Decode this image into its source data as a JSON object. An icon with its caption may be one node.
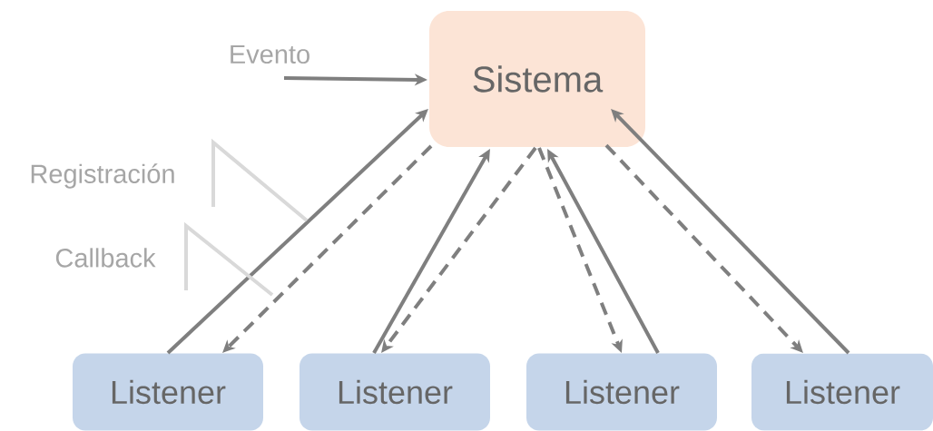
{
  "diagram": {
    "nodes": [
      {
        "text": [
          "Sistema"
        ]
      },
      {
        "text": [
          "Listener"
        ]
      },
      {
        "text": [
          "Listener"
        ]
      },
      {
        "text": [
          "Listener"
        ]
      },
      {
        "text": [
          "Listener"
        ]
      },
      {
        "text": [
          "Evento"
        ]
      },
      {
        "text": [
          "Registración"
        ]
      },
      {
        "text": [
          "Callback"
        ]
      }
    ],
    "edges": [
      {
        "from": 5,
        "to": 0,
        "arrow": "to"
      },
      {
        "from": 1,
        "to": 0,
        "arrow": "to"
      },
      {
        "from": 0,
        "to": 1,
        "arrow": "to",
        "style": "dashed"
      },
      {
        "from": 2,
        "to": 0,
        "arrow": "to"
      },
      {
        "from": 0,
        "to": 2,
        "arrow": "to",
        "style": "dashed"
      },
      {
        "from": 0,
        "to": 3,
        "arrow": "to",
        "style": "dashed"
      },
      {
        "from": 3,
        "to": 0,
        "arrow": "to"
      },
      {
        "from": 0,
        "to": 4,
        "arrow": "to",
        "style": "dashed"
      },
      {
        "from": 4,
        "to": 0,
        "arrow": "to"
      },
      {
        "from": 6,
        "to": null,
        "arrow": "none",
        "color": "#d9d9d9"
      },
      {
        "from": 7,
        "to": null,
        "arrow": "none",
        "color": "#d9d9d9"
      }
    ]
  }
}
